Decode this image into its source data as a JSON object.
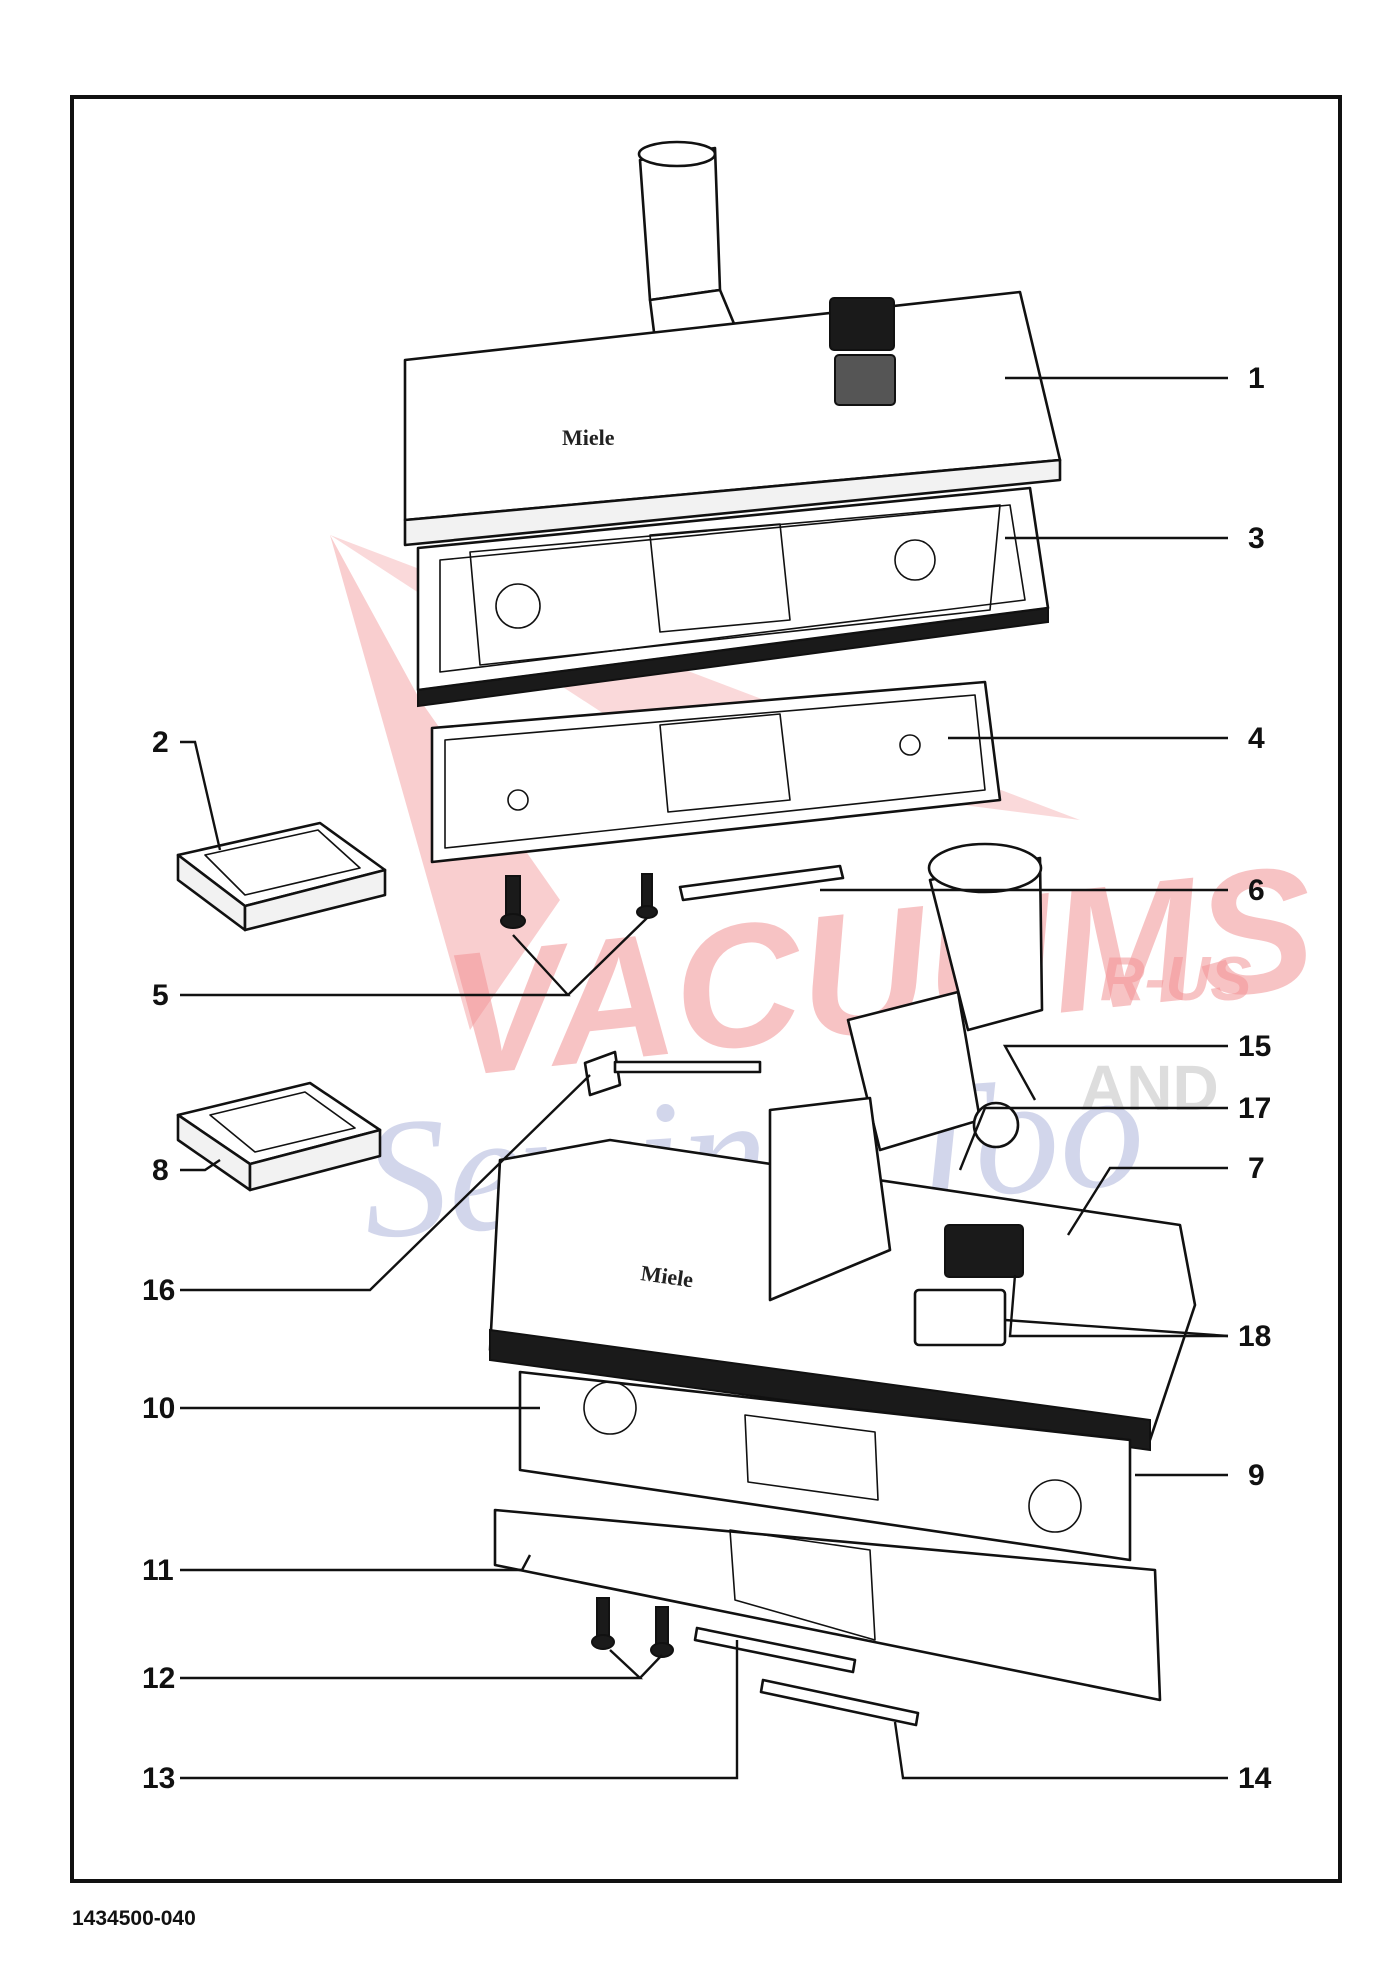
{
  "drawing_number": "1434500-040",
  "brand_mark": "Miele",
  "callouts": [
    "1",
    "2",
    "3",
    "4",
    "5",
    "6",
    "7",
    "8",
    "9",
    "10",
    "11",
    "12",
    "13",
    "14",
    "15",
    "16",
    "17",
    "18"
  ],
  "watermark": {
    "line1": "VACUUMS",
    "line2": "R-US",
    "line3": "AND",
    "line4": "Sewing Too"
  }
}
